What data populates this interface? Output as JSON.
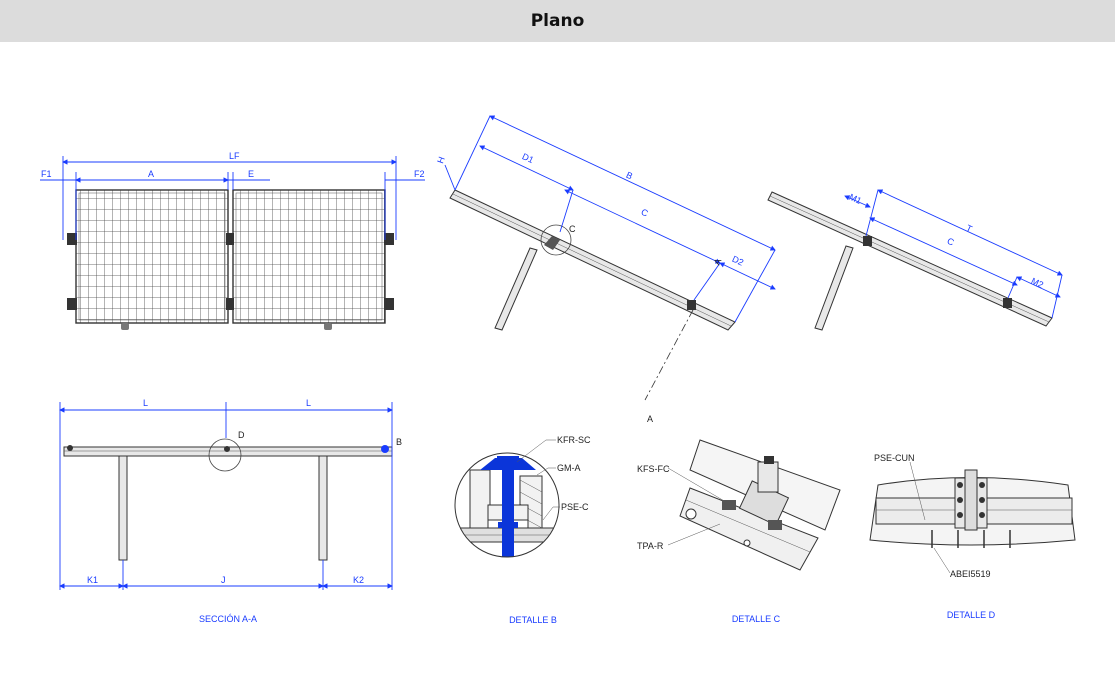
{
  "header": {
    "title": "Plano"
  },
  "front_view": {
    "dims": {
      "lf": "LF",
      "f1": "F1",
      "a": "A",
      "e": "E",
      "f2": "F2"
    }
  },
  "side_view": {
    "dims": {
      "h": "H",
      "d1": "D1",
      "b": "B",
      "c": "C",
      "d2": "D2"
    },
    "callout_c": "C",
    "section_mark": "A",
    "section_mark_bottom": "A"
  },
  "side_view_2": {
    "dims": {
      "m1": "M1",
      "t": "T",
      "c": "C",
      "m2": "M2"
    }
  },
  "section_view": {
    "dims": {
      "l_left": "L",
      "l_right": "L",
      "k1": "K1",
      "j": "J",
      "k2": "K2"
    },
    "callout_d": "D",
    "callout_b": "B",
    "caption": "SECCIÓN A-A"
  },
  "detail_b": {
    "labels": {
      "kfr": "KFR-SC",
      "gm": "GM-A",
      "pse": "PSE-C"
    },
    "caption": "DETALLE B"
  },
  "detail_c": {
    "labels": {
      "kfs": "KFS-FC",
      "tpa": "TPA-R"
    },
    "caption": "DETALLE C"
  },
  "detail_d": {
    "labels": {
      "pse_cun": "PSE-CUN",
      "abei": "ABEI5519"
    },
    "caption": "DETALLE D"
  }
}
